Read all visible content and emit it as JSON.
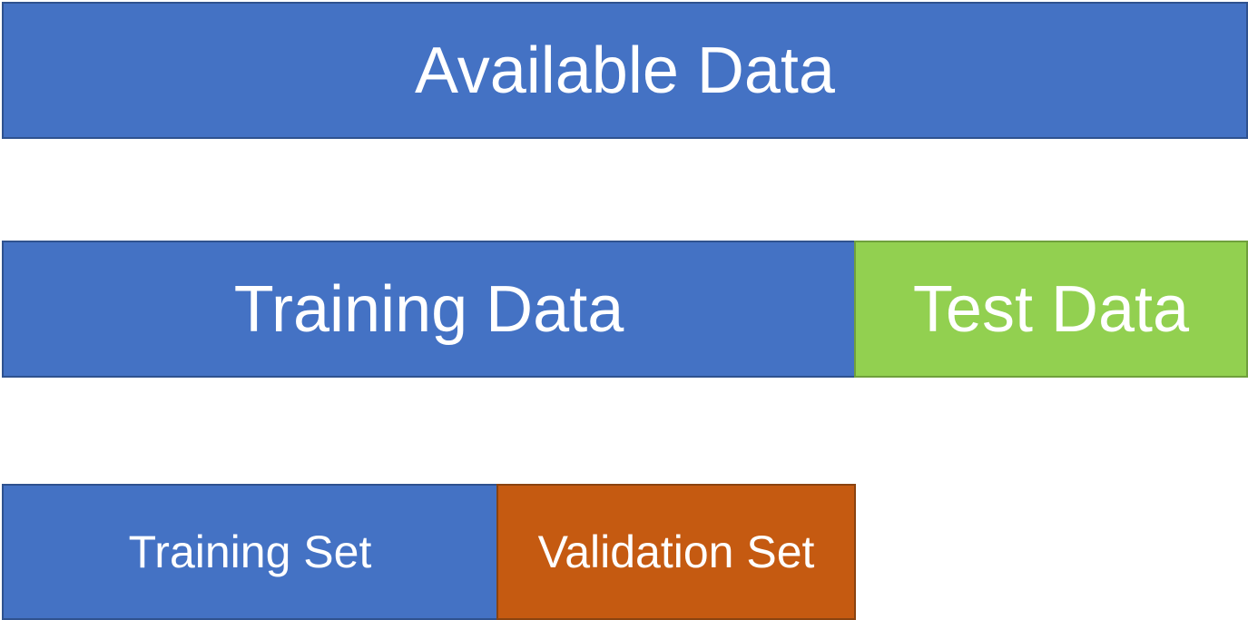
{
  "colors": {
    "blue": "#4472C4",
    "green": "#92D050",
    "orange": "#C55A11"
  },
  "rows": {
    "available": {
      "label": "Available Data"
    },
    "split": {
      "training_data": "Training Data",
      "test_data": "Test Data"
    },
    "subsplit": {
      "training_set": "Training Set",
      "validation_set": "Validation Set"
    }
  }
}
